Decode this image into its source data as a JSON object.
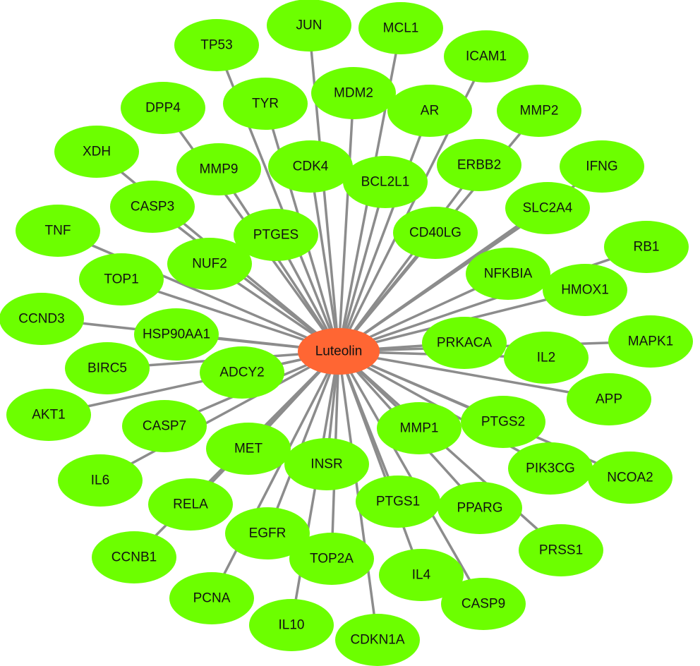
{
  "center": {
    "label": "Luteolin",
    "color": "#ff6633"
  },
  "node_color": "#6cff00",
  "edge_color": "#8c8c8c",
  "targets": [
    "TP53",
    "JUN",
    "MCL1",
    "ICAM1",
    "DPP4",
    "TYR",
    "MDM2",
    "AR",
    "MMP2",
    "XDH",
    "MMP9",
    "CDK4",
    "BCL2L1",
    "ERBB2",
    "IFNG",
    "CASP3",
    "TNF",
    "PTGES",
    "CD40LG",
    "SLC2A4",
    "NUF2",
    "RB1",
    "TOP1",
    "NFKBIA",
    "HMOX1",
    "CCND3",
    "HSP90AA1",
    "PRKACA",
    "MAPK1",
    "IL2",
    "BIRC5",
    "ADCY2",
    "APP",
    "AKT1",
    "CASP7",
    "MMP1",
    "PTGS2",
    "MET",
    "INSR",
    "IL6",
    "PIK3CG",
    "NCOA2",
    "RELA",
    "PTGS1",
    "PPARG",
    "EGFR",
    "CCNB1",
    "TOP2A",
    "PRSS1",
    "IL4",
    "PCNA",
    "CASP9",
    "IL10",
    "CDKN1A"
  ]
}
